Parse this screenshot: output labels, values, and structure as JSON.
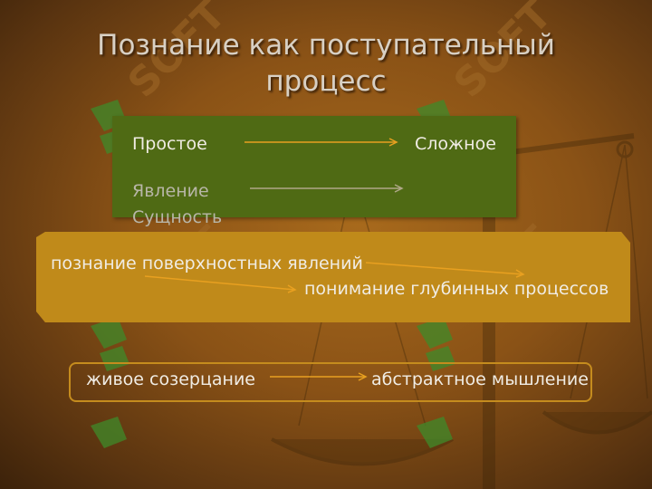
{
  "slide": {
    "title_line1": "Познание как поступательный",
    "title_line2": "процесс"
  },
  "green_box": {
    "simple": "Простое",
    "complex": "Сложное",
    "phenomenon": "Явление",
    "essence": "Сущность"
  },
  "gold_box": {
    "surface": "познание поверхностных явлений",
    "deep": "понимание глубинных процессов"
  },
  "outline_box": {
    "living": "живое созерцание",
    "abstract": "абстрактное мышление"
  },
  "watermark": {
    "text": "SOFT"
  },
  "colors": {
    "background": "#8a5216",
    "green_box": "#4f6a14",
    "gold_box": "#c08a1a",
    "watermark": "#3f8a2a",
    "arrow": "#e8a020"
  }
}
